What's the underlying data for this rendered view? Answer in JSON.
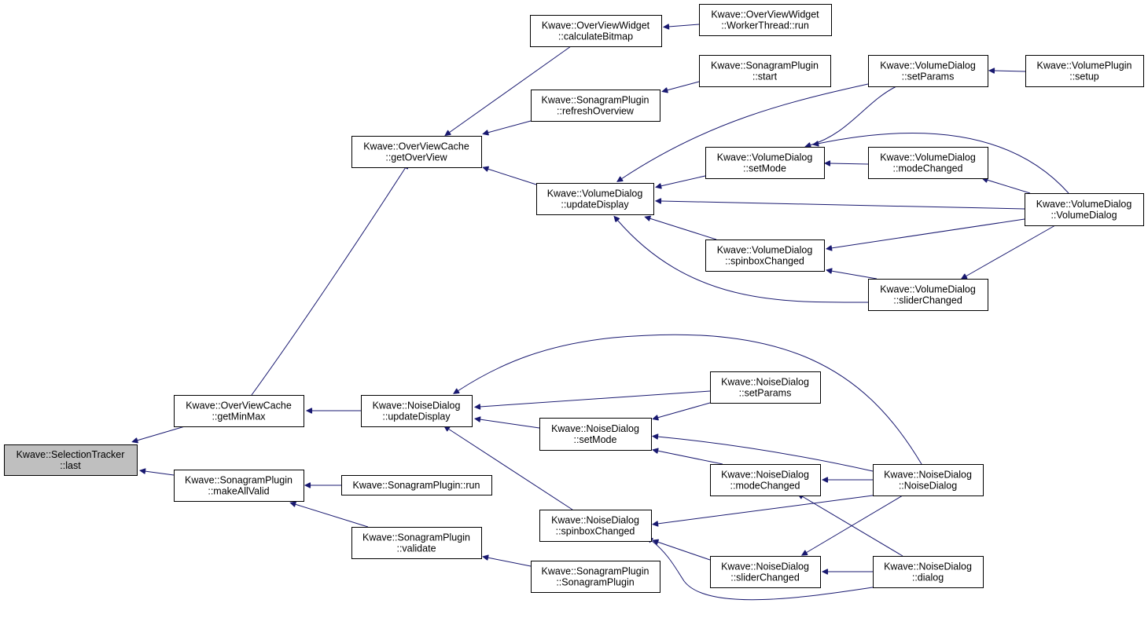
{
  "colors": {
    "edge": "#191970",
    "root_fill": "#bfbfbf",
    "node_fill": "#ffffff",
    "border": "#000000"
  },
  "nodes": {
    "selectiontracker_last": [
      "Kwave::SelectionTracker",
      "::last"
    ],
    "overviewcache_getminmax": [
      "Kwave::OverViewCache",
      "::getMinMax"
    ],
    "sonagram_makeallvalid": [
      "Kwave::SonagramPlugin",
      "::makeAllValid"
    ],
    "overviewcache_getoverview": [
      "Kwave::OverViewCache",
      "::getOverView"
    ],
    "overviewwidget_calculatebitmap": [
      "Kwave::OverViewWidget",
      "::calculateBitmap"
    ],
    "overviewwidget_workerthread_run": [
      "Kwave::OverViewWidget",
      "::WorkerThread::run"
    ],
    "sonagram_refreshoverview": [
      "Kwave::SonagramPlugin",
      "::refreshOverview"
    ],
    "sonagram_start": [
      "Kwave::SonagramPlugin",
      "::start"
    ],
    "volume_updatedisplay": [
      "Kwave::VolumeDialog",
      "::updateDisplay"
    ],
    "volume_setparams": [
      "Kwave::VolumeDialog",
      "::setParams"
    ],
    "volumeplugin_setup": [
      "Kwave::VolumePlugin",
      "::setup"
    ],
    "volume_setmode": [
      "Kwave::VolumeDialog",
      "::setMode"
    ],
    "volume_modechanged": [
      "Kwave::VolumeDialog",
      "::modeChanged"
    ],
    "volume_volumedialog": [
      "Kwave::VolumeDialog",
      "::VolumeDialog"
    ],
    "volume_spinboxchanged": [
      "Kwave::VolumeDialog",
      "::spinboxChanged"
    ],
    "volume_sliderchanged": [
      "Kwave::VolumeDialog",
      "::sliderChanged"
    ],
    "noise_updatedisplay": [
      "Kwave::NoiseDialog",
      "::updateDisplay"
    ],
    "noise_setparams": [
      "Kwave::NoiseDialog",
      "::setParams"
    ],
    "noise_setmode": [
      "Kwave::NoiseDialog",
      "::setMode"
    ],
    "noise_noisedialog": [
      "Kwave::NoiseDialog",
      "::NoiseDialog"
    ],
    "noise_modechanged": [
      "Kwave::NoiseDialog",
      "::modeChanged"
    ],
    "noise_spinboxchanged": [
      "Kwave::NoiseDialog",
      "::spinboxChanged"
    ],
    "noise_sliderchanged": [
      "Kwave::NoiseDialog",
      "::sliderChanged"
    ],
    "noise_dialog": [
      "Kwave::NoiseDialog",
      "::dialog"
    ],
    "sonagram_run": [
      "Kwave::SonagramPlugin::run"
    ],
    "sonagram_validate": [
      "Kwave::SonagramPlugin",
      "::validate"
    ],
    "sonagram_sonagramplugin": [
      "Kwave::SonagramPlugin",
      "::SonagramPlugin"
    ]
  }
}
